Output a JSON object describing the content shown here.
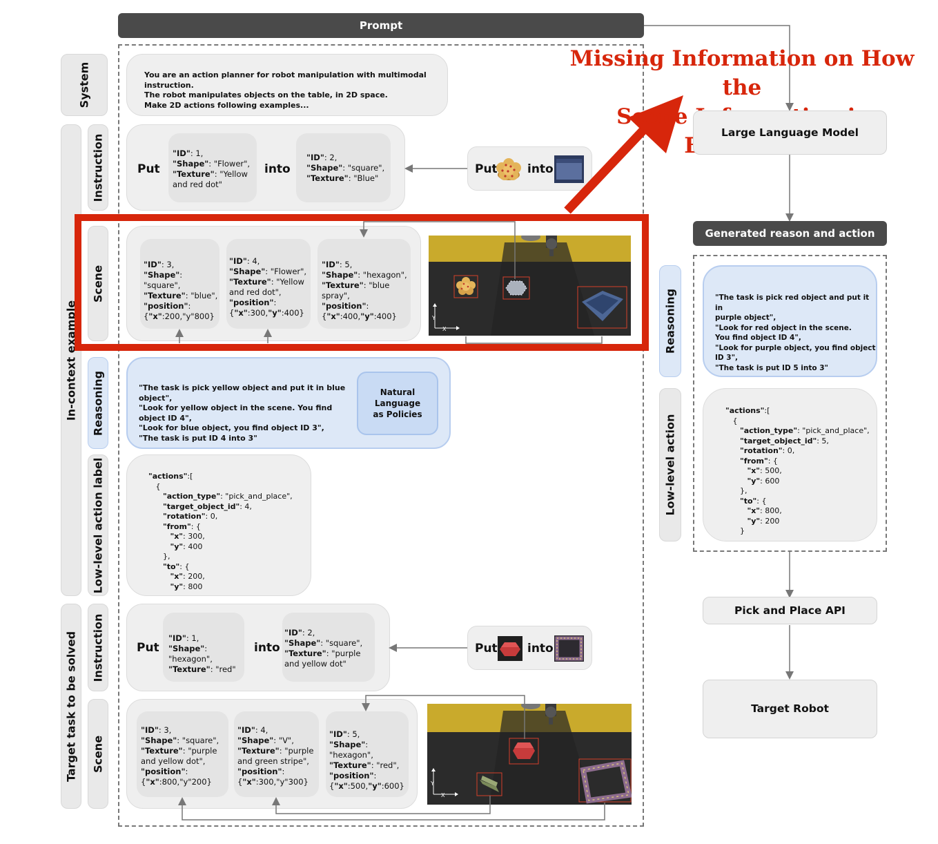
{
  "prompt_header": "Prompt",
  "llm_box": "Large Language Model",
  "generated_header": "Generated reason and action",
  "pick_place_api": "Pick and Place API",
  "target_robot": "Target Robot",
  "annotation": {
    "line1": "Missing Information on How the",
    "line2": "Scene Information is Extracted",
    "color": "#d7260b"
  },
  "side_labels": {
    "system": "System",
    "in_context": "In-context example",
    "instruction": "Instruction",
    "scene": "Scene",
    "reasoning": "Reasoning",
    "low_level_label": "Low-level action label",
    "target_task": "Target task to be solved",
    "instruction2": "Instruction",
    "scene2": "Scene",
    "reasoning_out": "Reasoning",
    "low_level_out": "Low-level action"
  },
  "system_text": "You are an action planner for robot manipulation with multimodal instruction.\nThe robot manipulates objects on the table, in 2D space.\nMake 2D actions following examples...",
  "example_instruction": {
    "put": "Put",
    "into": "into",
    "obj1": "\"ID\": 1,\n\"Shape\": \"Flower\",\n\"Texture\": \"Yellow and red dot\"",
    "obj2": "\"ID\": 2,\n\"Shape\": \"square\",\n\"Texture\": \"Blue\"",
    "img_put": "Put",
    "img_into": "into"
  },
  "example_scene": {
    "obj3": "\"ID\": 3,\n\"Shape\": \"square\",\n\"Texture\": \"blue\",\n\"position\":\n{\"x\":200,\"y\"800}",
    "obj4": "\"ID\": 4,\n\"Shape\": \"Flower\",\n\"Texture\": \"Yellow and red dot\",\n\"position\":\n{\"x\":300,\"y\":400}",
    "obj5": "\"ID\": 5,\n\"Shape\": \"hexagon\",\n\"Texture\": \"blue spray\",\n\"position\":\n{\"x\":400,\"y\":400}",
    "axis_y": "Y",
    "axis_x": "X"
  },
  "example_reasoning": {
    "text": "\"The task is pick yellow object and put it in blue object\",\n\"Look for yellow object in the scene. You find object ID 4\",\n\"Look for blue object, you find object ID 3\",\n\"The task is put ID 4 into 3\"",
    "badge": "Natural Language\nas Policies"
  },
  "example_actions": "\"actions\":[\n   {\n      \"action_type\": \"pick_and_place\",\n      \"target_object_id\": 4,\n      \"rotation\": 0,\n      \"from\": {\n         \"x\": 300,\n         \"y\": 400\n      },\n      \"to\": {\n         \"x\": 200,\n         \"y\": 800",
  "target_instruction": {
    "put": "Put",
    "into": "into",
    "obj1": "\"ID\": 1,\n\"Shape\": \"hexagon\",\n\"Texture\": \"red\"",
    "obj2": "\"ID\": 2,\n\"Shape\": \"square\",\n\"Texture\": \"purple and yellow dot\"",
    "img_put": "Put",
    "img_into": "into"
  },
  "target_scene": {
    "obj3": "\"ID\": 3,\n\"Shape\": \"square\",\n\"Texture\": \"purple and yellow dot\",\n\"position\":\n{\"x\":800,\"y\"200}",
    "obj4": "\"ID\": 4,\n\"Shape\": \"V\",\n\"Texture\": \"purple and green stripe\",\n\"position\":\n{\"x\":300,\"y\"300}",
    "obj5": "\"ID\": 5,\n\"Shape\": \"hexagon\",\n\"Texture\": \"red\",\n\"position\":\n{\"x\":500,\"y\":600}",
    "axis_y": "Y",
    "axis_x": "X"
  },
  "output_reasoning": "\"The task is pick red object and put it in\n purple object\",\n\"Look for red object in the scene.\nYou find object ID 4\",\n\"Look for purple object, you find object ID 3\",\n\"The task is put ID 5 into 3\"",
  "output_actions": "\"actions\":[\n   {\n      \"action_type\": \"pick_and_place\",\n      \"target_object_id\": 5,\n      \"rotation\": 0,\n      \"from\": {\n         \"x\": 500,\n         \"y\": 600\n      },\n      \"to\": {\n         \"x\": 800,\n         \"y\": 200\n      }"
}
